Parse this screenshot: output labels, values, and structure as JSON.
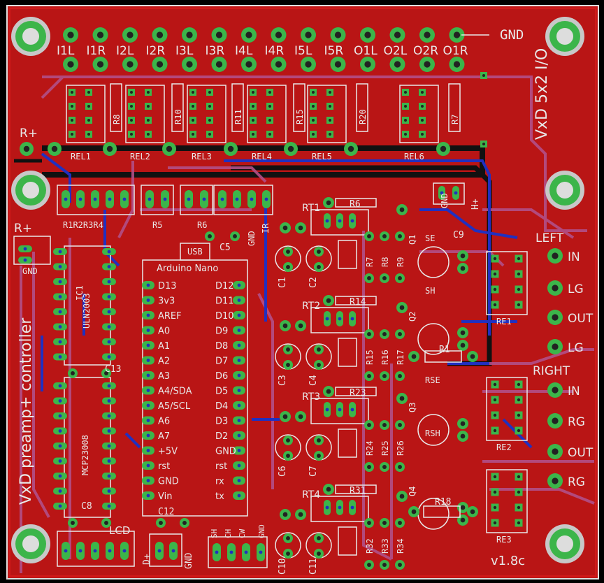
{
  "board": {
    "title_left": "VxD preamp+ controller",
    "title_right": "VxD 5x2 I/O",
    "version": "v1.8c"
  },
  "top_header": {
    "gnd_label": "GND",
    "pin_labels": [
      "I1L",
      "I1R",
      "I2L",
      "I2R",
      "I3L",
      "I3R",
      "I4L",
      "I4R",
      "I5L",
      "I5R",
      "O1L",
      "O2L",
      "O2R",
      "O1R"
    ]
  },
  "relays": [
    "REL1",
    "REL2",
    "REL3",
    "REL4",
    "REL5",
    "REL6"
  ],
  "relay_resistors": [
    "R8",
    "R10",
    "R11",
    "R15",
    "R20",
    "R7"
  ],
  "power": {
    "r_plus_top": "R+",
    "r_plus_left": "R+",
    "gnd_left": "GND"
  },
  "connectors": {
    "r_bank": "R1R2R3R4",
    "r5": "R5",
    "r6": "R6",
    "ir_gnd": "GND",
    "ir": "IR"
  },
  "chips": {
    "uln": "ULN2003",
    "mcp": "MCP23008",
    "ic_label": "IC1"
  },
  "caps_left": {
    "c13": "C13",
    "c8": "C8",
    "c5": "C5",
    "c12": "C12"
  },
  "arduino": {
    "title": "Arduino Nano",
    "usb": "USB",
    "left_pins": [
      "D13",
      "3v3",
      "AREF",
      "A0",
      "A1",
      "A2",
      "A3",
      "A4/SDA",
      "A5/SCL",
      "A6",
      "A7",
      "+5V",
      "rst",
      "GND",
      "Vin"
    ],
    "right_pins": [
      "D12",
      "D11",
      "D10",
      "D9",
      "D8",
      "D7",
      "D6",
      "D5",
      "D4",
      "D3",
      "D2",
      "GND",
      "rst",
      "rx",
      "tx"
    ]
  },
  "bottom_connectors": {
    "lcd": "LCD",
    "dplus": "D+",
    "gnd": "GND",
    "sh": "SH",
    "ch": "CH",
    "cw": "CW",
    "gnd2": "GND"
  },
  "attenuator_blocks": [
    {
      "rt": "RT1",
      "r_top": "R6",
      "caps": [
        "C1",
        "C2"
      ],
      "rs": [
        "R7",
        "R8",
        "R9"
      ]
    },
    {
      "rt": "RT2",
      "r_top": "R14",
      "caps": [
        "C3",
        "C4"
      ],
      "rs": [
        "R15",
        "R16",
        "R17"
      ]
    },
    {
      "rt": "RT3",
      "r_top": "R23",
      "caps": [
        "C6",
        "C7"
      ],
      "rs": [
        "R24",
        "R25",
        "R26"
      ]
    },
    {
      "rt": "RT4",
      "r_top": "R31",
      "caps": [
        "C10",
        "C11"
      ],
      "rs": [
        "R32",
        "R33",
        "R34"
      ]
    }
  ],
  "right_side": {
    "q_labels": [
      "Q1",
      "Q2",
      "Q3",
      "Q4"
    ],
    "sense": [
      "SE",
      "SH",
      "RSE",
      "RSH"
    ],
    "r1": "R1",
    "r18": "R18",
    "c9": "C9",
    "gnd_q": "GND",
    "h_plus": "H+",
    "re_labels": [
      "RE1",
      "RE2",
      "RE3"
    ],
    "left_title": "LEFT",
    "right_title": "RIGHT",
    "left_pins": [
      "IN",
      "LG",
      "OUT",
      "LG"
    ],
    "right_pins": [
      "IN",
      "RG",
      "OUT",
      "RG"
    ]
  }
}
